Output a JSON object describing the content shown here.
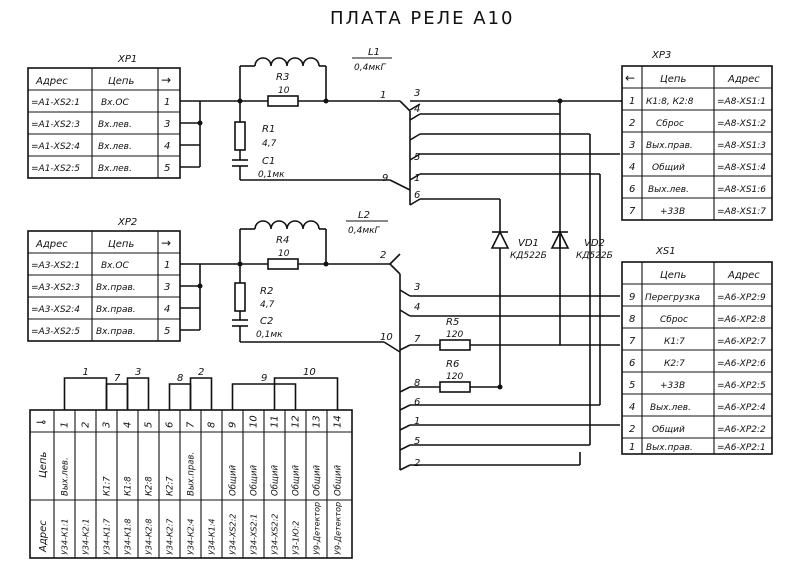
{
  "title": "ПЛАТА РЕЛЕ А10",
  "xp1": {
    "name": "XP1",
    "col_addr": "Адрес",
    "col_chain": "Цепь",
    "rows": [
      {
        "addr": "=А1-XS2:1",
        "chain": "Вх.ОС",
        "pin": "1"
      },
      {
        "addr": "=А1-XS2:3",
        "chain": "Вх.лев.",
        "pin": "3"
      },
      {
        "addr": "=А1-XS2:4",
        "chain": "Вх.лев.",
        "pin": "4"
      },
      {
        "addr": "=А1-XS2:5",
        "chain": "Вх.лев.",
        "pin": "5"
      }
    ]
  },
  "xp2": {
    "name": "XP2",
    "col_addr": "Адрес",
    "col_chain": "Цепь",
    "rows": [
      {
        "addr": "=А3-XS2:1",
        "chain": "Вх.ОС",
        "pin": "1"
      },
      {
        "addr": "=А3-XS2:3",
        "chain": "Вх.прав.",
        "pin": "3"
      },
      {
        "addr": "=А3-XS2:4",
        "chain": "Вх.прав.",
        "pin": "4"
      },
      {
        "addr": "=А3-XS2:5",
        "chain": "Вх.прав.",
        "pin": "5"
      }
    ]
  },
  "xp3": {
    "name": "XP3",
    "col_chain": "Цепь",
    "col_addr": "Адрес",
    "rows": [
      {
        "pin": "1",
        "chain": "К1:8, К2:8",
        "addr": "=А8-XS1:1"
      },
      {
        "pin": "2",
        "chain": "Сброс",
        "addr": "=А8-XS1:2"
      },
      {
        "pin": "3",
        "chain": "Вых.прав.",
        "addr": "=А8-XS1:3"
      },
      {
        "pin": "4",
        "chain": "Общий",
        "addr": "=А8-XS1:4"
      },
      {
        "pin": "6",
        "chain": "Вых.лев.",
        "addr": "=А8-XS1:6"
      },
      {
        "pin": "7",
        "chain": "+33В",
        "addr": "=А8-XS1:7"
      }
    ]
  },
  "xs1": {
    "name": "XS1",
    "col_chain": "Цепь",
    "col_addr": "Адрес",
    "rows": [
      {
        "pin": "9",
        "chain": "Перегрузка",
        "addr": "=А6-XP2:9"
      },
      {
        "pin": "8",
        "chain": "Сброс",
        "addr": "=А6-XP2:8"
      },
      {
        "pin": "7",
        "chain": "К1:7",
        "addr": "=А6-XP2:7"
      },
      {
        "pin": "6",
        "chain": "К2:7",
        "addr": "=А6-XP2:6"
      },
      {
        "pin": "5",
        "chain": "+33В",
        "addr": "=А6-XP2:5"
      },
      {
        "pin": "4",
        "chain": "Вых.лев.",
        "addr": "=А6-XP2:4"
      },
      {
        "pin": "2",
        "chain": "Общий",
        "addr": "=А6-XP2:2"
      },
      {
        "pin": "1",
        "chain": "Вых.прав.",
        "addr": "=А6-XP2:1"
      }
    ]
  },
  "components": {
    "L1": {
      "ref": "L1",
      "value": "0,4мкГ"
    },
    "L2": {
      "ref": "L2",
      "value": "0,4мкГ"
    },
    "R3": {
      "ref": "R3",
      "value": "10"
    },
    "R4": {
      "ref": "R4",
      "value": "10"
    },
    "R1": {
      "ref": "R1",
      "value": "4,7"
    },
    "R2": {
      "ref": "R2",
      "value": "4,7"
    },
    "C1": {
      "ref": "C1",
      "value": "0,1мк"
    },
    "C2": {
      "ref": "C2",
      "value": "0,1мк"
    },
    "R5": {
      "ref": "R5",
      "value": "120"
    },
    "R6": {
      "ref": "R6",
      "value": "120"
    },
    "VD1": {
      "ref": "VD1",
      "value": "КД522Б"
    },
    "VD2": {
      "ref": "VD2",
      "value": "КД522Б"
    }
  },
  "bus_labels": [
    "1",
    "3",
    "4",
    "5",
    "9",
    "1",
    "6",
    "2",
    "3",
    "4",
    "10",
    "7",
    "8",
    "6",
    "1",
    "5",
    "2"
  ],
  "relay_block": {
    "row_pin_label": "",
    "row_chain_label": "Цепь",
    "row_addr_label": "Адрес",
    "jumper_labels": [
      "1",
      "7",
      "3",
      "8",
      "2",
      "9",
      "10"
    ],
    "columns": [
      {
        "pin": "1",
        "chain": "Вых.лев.",
        "addr": "У34-К1:1"
      },
      {
        "pin": "2",
        "chain": "",
        "addr": "У34-К2:1"
      },
      {
        "pin": "3",
        "chain": "К1:7",
        "addr": "У34-К1:7"
      },
      {
        "pin": "4",
        "chain": "К1:8",
        "addr": "У34-К1:8"
      },
      {
        "pin": "5",
        "chain": "К2:8",
        "addr": "У34-К2:8"
      },
      {
        "pin": "6",
        "chain": "К2:7",
        "addr": "У34-К2:7"
      },
      {
        "pin": "7",
        "chain": "Вых.прав.",
        "addr": "У34-К2:4"
      },
      {
        "pin": "8",
        "chain": "",
        "addr": "У34-К1:4"
      },
      {
        "pin": "9",
        "chain": "Общий",
        "addr": "У34-ХS2:2"
      },
      {
        "pin": "10",
        "chain": "Общий",
        "addr": "У34-ХS2:1"
      },
      {
        "pin": "11",
        "chain": "Общий",
        "addr": "У34-ХS2:2"
      },
      {
        "pin": "12",
        "chain": "Общий",
        "addr": "У3-1Ю:2"
      },
      {
        "pin": "13",
        "chain": "Общий",
        "addr": "У9-Детектор"
      },
      {
        "pin": "14",
        "chain": "Общий",
        "addr": "У9-Детектор"
      }
    ]
  }
}
